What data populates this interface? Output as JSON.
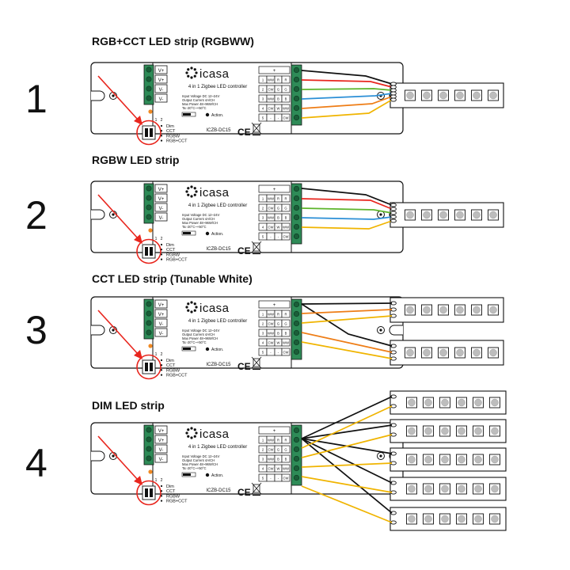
{
  "sections": [
    {
      "number": "1",
      "title": "RGB+CCT LED strip (RGBWW)"
    },
    {
      "number": "2",
      "title": "RGBW LED strip"
    },
    {
      "number": "3",
      "title": "CCT LED strip (Tunable White)"
    },
    {
      "number": "4",
      "title": "DIM LED strip"
    }
  ],
  "controller": {
    "brand": "icasa",
    "subtitle": "4 in 1 Zigbee LED controller",
    "specs": [
      "Input Voltage DC 12~24V",
      "Output Current 4A/CH",
      "Max Power 48~96W/CH",
      "Ta:-20°C~+50°C"
    ],
    "model": "ICZB-DC15",
    "action_label": "Action.",
    "ce_mark": "CE",
    "input_terminals": [
      "V+",
      "V+",
      "V-",
      "V-"
    ],
    "output_rows": [
      [
        "",
        "+",
        "",
        ""
      ],
      [
        "1",
        "WW",
        "R",
        "R"
      ],
      [
        "2",
        "CW",
        "G",
        "G"
      ],
      [
        "3",
        "WW",
        "B",
        "B"
      ],
      [
        "4",
        "CW",
        "W",
        "WW"
      ],
      [
        "5",
        "-",
        "-",
        "CW"
      ]
    ],
    "dip_numbers": [
      "1",
      "2"
    ],
    "dip_modes": [
      "Dim",
      "CCT",
      "RGBW",
      "RGB+CCT"
    ]
  },
  "colors": {
    "red": "#e8261e",
    "green": "#5cb42a",
    "blue": "#2b8fd6",
    "orange": "#ee7d16",
    "yellow": "#f0b400",
    "black": "#111111",
    "terminal": "#2e8b57",
    "dip_orange": "#f08a24"
  }
}
